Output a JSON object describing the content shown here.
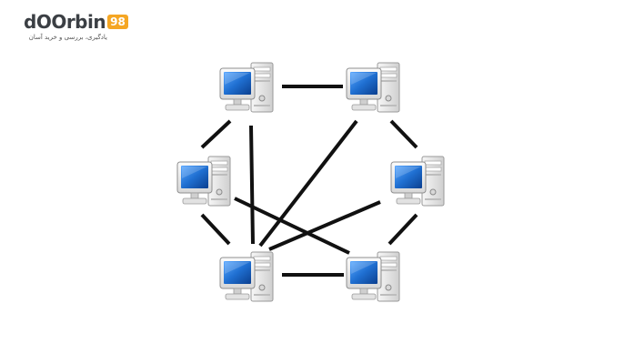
{
  "logo": {
    "wordmark": "dOOrbin",
    "badge": "98",
    "tagline": "یادگیری، بررسی و خرید آسان",
    "accent": "#f5a623"
  },
  "diagram": {
    "type": "network-topology",
    "node_icon": "desktop-computer-icon",
    "nodes": [
      "pc-top-left",
      "pc-top-right",
      "pc-mid-left",
      "pc-mid-right",
      "pc-bottom-left",
      "pc-bottom-right"
    ],
    "links": [
      [
        "pc-top-left",
        "pc-top-right"
      ],
      [
        "pc-top-left",
        "pc-mid-left"
      ],
      [
        "pc-top-left",
        "pc-bottom-left"
      ],
      [
        "pc-top-right",
        "pc-mid-right"
      ],
      [
        "pc-top-right",
        "pc-bottom-left"
      ],
      [
        "pc-mid-left",
        "pc-bottom-left"
      ],
      [
        "pc-mid-left",
        "pc-bottom-right"
      ],
      [
        "pc-mid-right",
        "pc-bottom-left"
      ],
      [
        "pc-mid-right",
        "pc-bottom-right"
      ],
      [
        "pc-bottom-left",
        "pc-bottom-right"
      ]
    ],
    "colors": {
      "link": "#111111",
      "screen": "#1f6fd1",
      "tower": "#e6e6e6"
    }
  }
}
